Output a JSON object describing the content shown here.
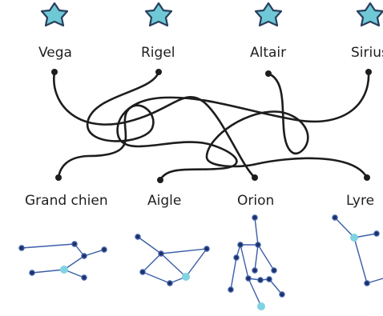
{
  "top_stars": [
    {
      "label": "Vega"
    },
    {
      "label": "Rigel"
    },
    {
      "label": "Altair"
    },
    {
      "label": "Sirius"
    }
  ],
  "bottom_constellations": [
    {
      "label": "Grand chien"
    },
    {
      "label": "Aigle"
    },
    {
      "label": "Orion"
    },
    {
      "label": "Lyre"
    }
  ],
  "colors": {
    "star_fill": "#6fc8d6",
    "star_outline": "#2a3f5c",
    "line": "#1d1d1d",
    "constellation_line": "#3b5ea8",
    "constellation_node": "#1f2f66",
    "highlight_node": "#7fd3e3"
  },
  "icons": [
    "star-icon"
  ]
}
